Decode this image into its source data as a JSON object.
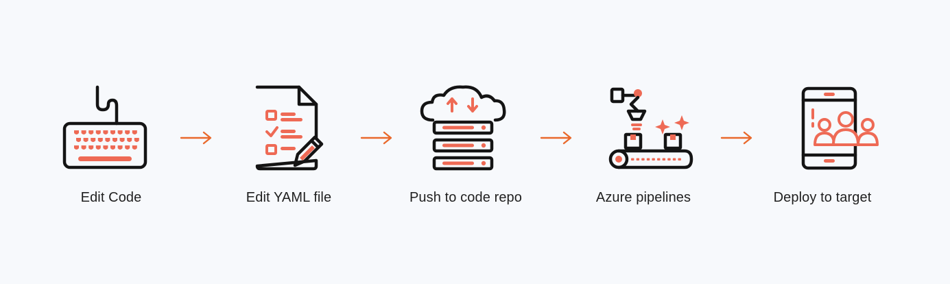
{
  "steps": [
    {
      "label": "Edit Code",
      "icon": "keyboard-icon"
    },
    {
      "label": "Edit YAML file",
      "icon": "document-edit-icon"
    },
    {
      "label": "Push to code repo",
      "icon": "cloud-server-icon"
    },
    {
      "label": "Azure pipelines",
      "icon": "assembly-line-icon"
    },
    {
      "label": "Deploy to target",
      "icon": "mobile-users-icon"
    }
  ],
  "colors": {
    "accent": "#ee6a55",
    "ink": "#141414",
    "arrow": "#e9692c",
    "background": "#f7f9fc"
  }
}
